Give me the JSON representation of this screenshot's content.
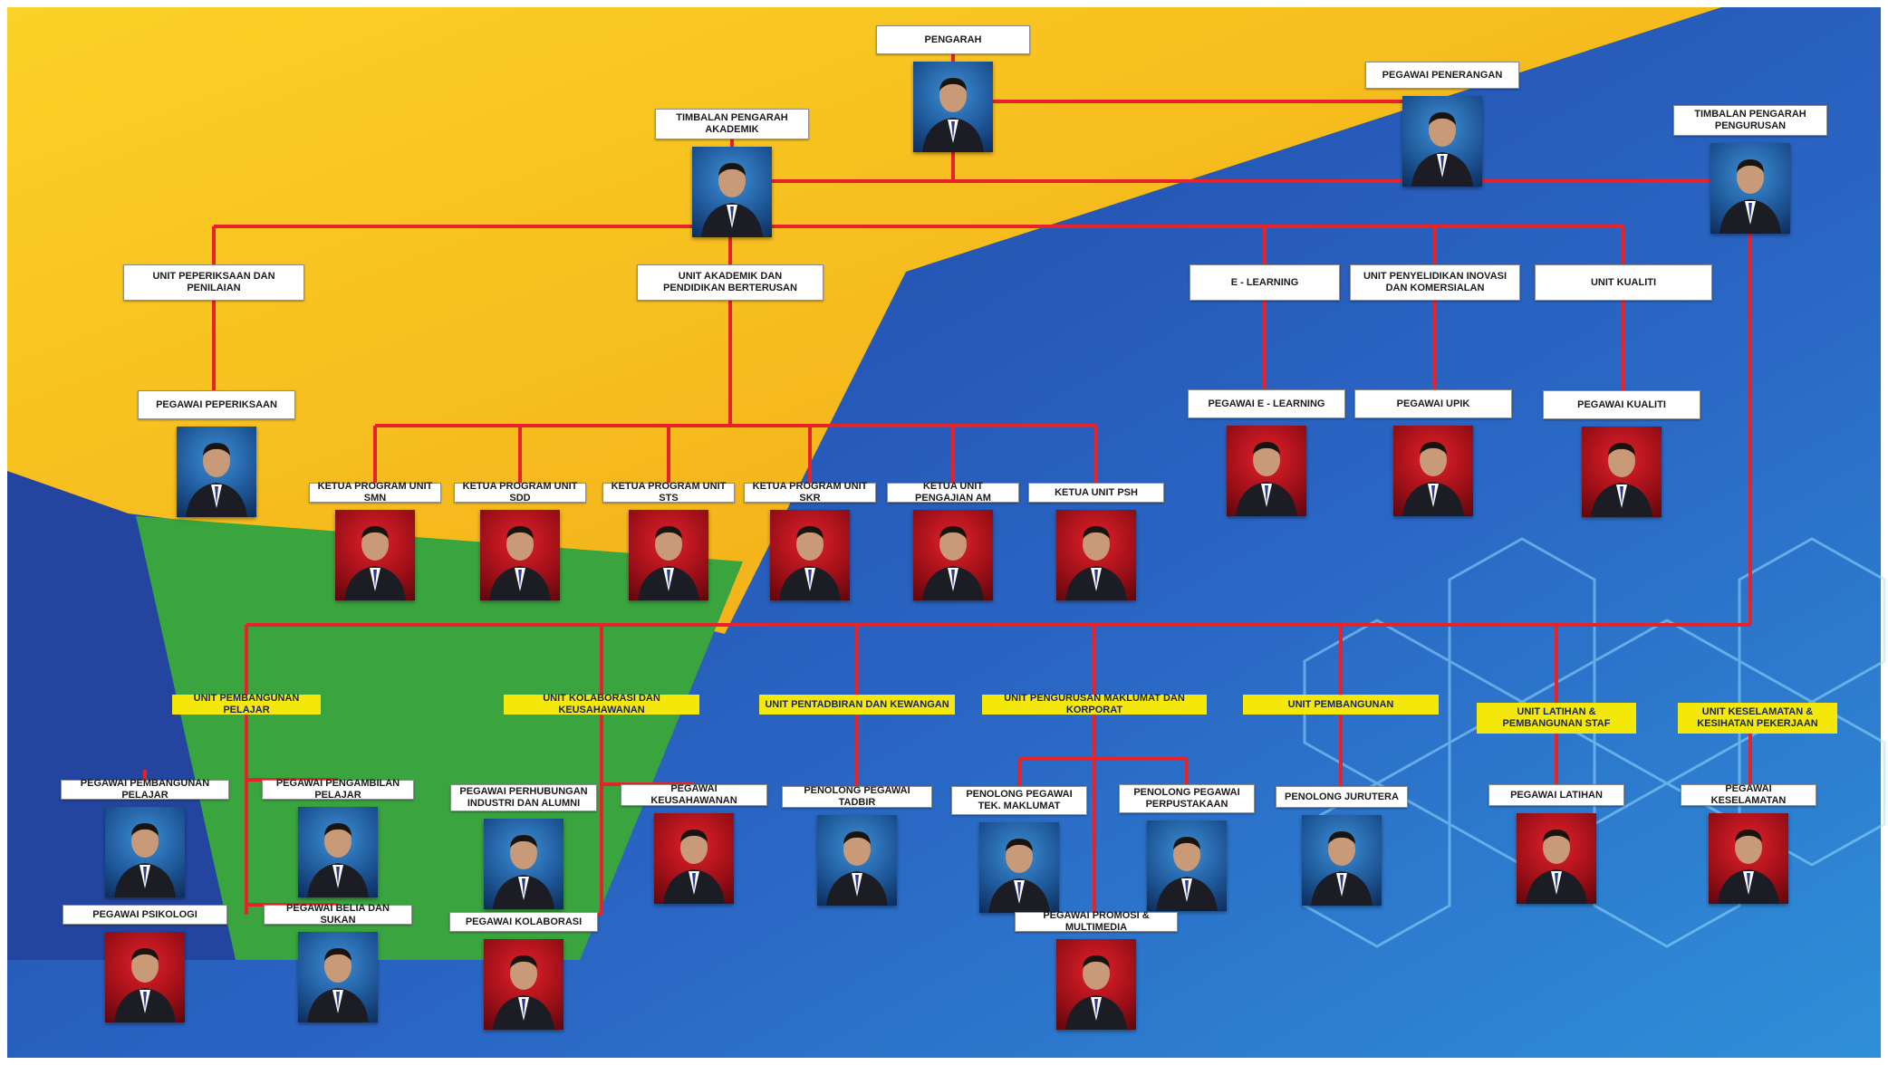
{
  "colors": {
    "line": "#e8222b",
    "yellow_bg": "#f8c21b",
    "blue_bg": "#1f47a6",
    "green_bg": "#35a93d",
    "unit_yellow": "#f3e80a"
  },
  "nodes": [
    {
      "id": "pengarah",
      "label": "PENGARAH",
      "photo": true,
      "bg": "blue"
    },
    {
      "id": "pegawai_penerangan",
      "label": "PEGAWAI PENERANGAN",
      "photo": true,
      "bg": "blue"
    },
    {
      "id": "timbalan_akademik",
      "label": "TIMBALAN PENGARAH\nAKADEMIK",
      "photo": true,
      "bg": "blue"
    },
    {
      "id": "timbalan_pengurusan",
      "label": "TIMBALAN PENGARAH\nPENGURUSAN",
      "photo": true,
      "bg": "blue"
    },
    {
      "id": "unit_peperiksaan",
      "label": "UNIT PEPERIKSAAN DAN\nPENILAIAN",
      "photo": false
    },
    {
      "id": "unit_akademik",
      "label": "UNIT AKADEMIK DAN\nPENDIDIKAN BERTERUSAN",
      "photo": false
    },
    {
      "id": "e_learning",
      "label": "E - LEARNING",
      "photo": false
    },
    {
      "id": "unit_penyelidikan",
      "label": "UNIT PENYELIDIKAN INOVASI\nDAN KOMERSIALAN",
      "photo": false
    },
    {
      "id": "unit_kualiti",
      "label": "UNIT KUALITI",
      "photo": false
    },
    {
      "id": "pegawai_peperiksaan",
      "label": "PEGAWAI PEPERIKSAAN",
      "photo": true,
      "bg": "blue"
    },
    {
      "id": "pegawai_elearning",
      "label": "PEGAWAI E - LEARNING",
      "photo": true,
      "bg": "red"
    },
    {
      "id": "pegawai_upik",
      "label": "PEGAWAI UPIK",
      "photo": true,
      "bg": "red"
    },
    {
      "id": "pegawai_kualiti",
      "label": "PEGAWAI KUALITI",
      "photo": true,
      "bg": "red"
    },
    {
      "id": "ketua_smn",
      "label": "KETUA PROGRAM UNIT SMN",
      "photo": true,
      "bg": "red"
    },
    {
      "id": "ketua_sdd",
      "label": "KETUA PROGRAM UNIT SDD",
      "photo": true,
      "bg": "red"
    },
    {
      "id": "ketua_sts",
      "label": "KETUA PROGRAM UNIT STS",
      "photo": true,
      "bg": "red"
    },
    {
      "id": "ketua_skr",
      "label": "KETUA PROGRAM UNIT SKR",
      "photo": true,
      "bg": "red"
    },
    {
      "id": "ketua_am",
      "label": "KETUA UNIT PENGAJIAN AM",
      "photo": true,
      "bg": "red"
    },
    {
      "id": "ketua_psh",
      "label": "KETUA UNIT PSH",
      "photo": true,
      "bg": "red"
    },
    {
      "id": "unit_pembangunan_pelajar",
      "label": "UNIT PEMBANGUNAN PELAJAR",
      "photo": false,
      "yellow": true
    },
    {
      "id": "unit_kolaborasi",
      "label": "UNIT KOLABORASI DAN KEUSAHAWANAN",
      "photo": false,
      "yellow": true
    },
    {
      "id": "unit_pentadbiran",
      "label": "UNIT PENTADBIRAN DAN KEWANGAN",
      "photo": false,
      "yellow": true
    },
    {
      "id": "unit_pengurusan_maklumat",
      "label": "UNIT PENGURUSAN MAKLUMAT DAN KORPORAT",
      "photo": false,
      "yellow": true
    },
    {
      "id": "unit_pembangunan",
      "label": "UNIT PEMBANGUNAN",
      "photo": false,
      "yellow": true
    },
    {
      "id": "unit_latihan",
      "label": "UNIT LATIHAN &\nPEMBANGUNAN STAF",
      "photo": false,
      "yellow": true
    },
    {
      "id": "unit_keselamatan",
      "label": "UNIT KESELAMATAN &\nKESIHATAN PEKERJAAN",
      "photo": false,
      "yellow": true
    },
    {
      "id": "pegawai_pembangunan_pelajar",
      "label": "PEGAWAI PEMBANGUNAN PELAJAR",
      "photo": true,
      "bg": "blue"
    },
    {
      "id": "pegawai_pengambilan",
      "label": "PEGAWAI PENGAMBILAN PELAJAR",
      "photo": true,
      "bg": "blue"
    },
    {
      "id": "pegawai_perhubungan",
      "label": "PEGAWAI PERHUBUNGAN\nINDUSTRI DAN ALUMNI",
      "photo": true,
      "bg": "blue"
    },
    {
      "id": "pegawai_keusahawanan",
      "label": "PEGAWAI KEUSAHAWANAN",
      "photo": true,
      "bg": "red"
    },
    {
      "id": "penolong_tadbir",
      "label": "PENOLONG PEGAWAI TADBIR",
      "photo": true,
      "bg": "blue"
    },
    {
      "id": "penolong_tek",
      "label": "PENOLONG PEGAWAI\nTEK. MAKLUMAT",
      "photo": true,
      "bg": "blue"
    },
    {
      "id": "penolong_perpustakaan",
      "label": "PENOLONG PEGAWAI\nPERPUSTAKAAN",
      "photo": true,
      "bg": "blue"
    },
    {
      "id": "penolong_jurutera",
      "label": "PENOLONG JURUTERA",
      "photo": true,
      "bg": "blue"
    },
    {
      "id": "pegawai_latihan",
      "label": "PEGAWAI LATIHAN",
      "photo": true,
      "bg": "red"
    },
    {
      "id": "pegawai_keselamatan",
      "label": "PEGAWAI KESELAMATAN",
      "photo": true,
      "bg": "red"
    },
    {
      "id": "pegawai_psikologi",
      "label": "PEGAWAI PSIKOLOGI",
      "photo": true,
      "bg": "red"
    },
    {
      "id": "pegawai_belia",
      "label": "PEGAWAI BELIA DAN SUKAN",
      "photo": true,
      "bg": "blue"
    },
    {
      "id": "pegawai_kolaborasi",
      "label": "PEGAWAI KOLABORASI",
      "photo": true,
      "bg": "red"
    },
    {
      "id": "pegawai_promosi",
      "label": "PEGAWAI PROMOSI & MULTIMEDIA",
      "photo": true,
      "bg": "red"
    }
  ]
}
